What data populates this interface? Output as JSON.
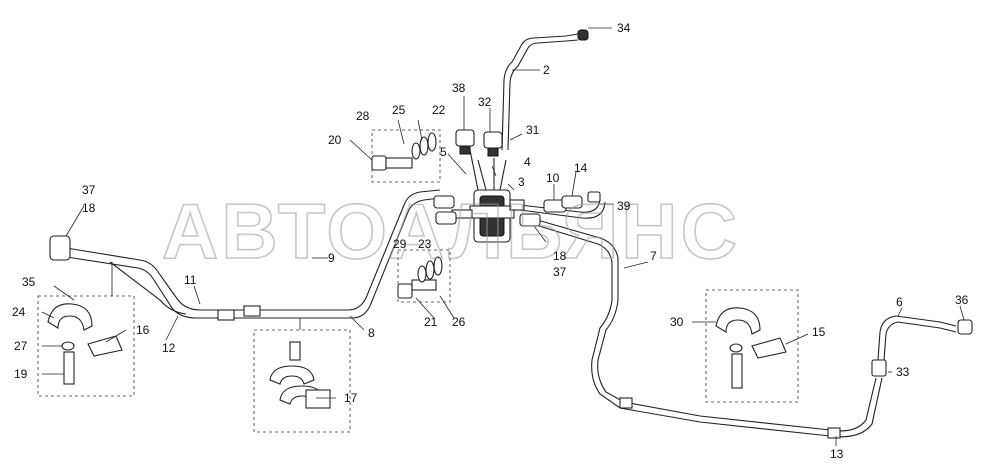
{
  "watermark": "АВТОАЛЬЯНС",
  "callouts": [
    {
      "id": "34",
      "text": "34"
    },
    {
      "id": "2",
      "text": "2"
    },
    {
      "id": "38",
      "text": "38"
    },
    {
      "id": "32",
      "text": "32"
    },
    {
      "id": "31",
      "text": "31"
    },
    {
      "id": "28",
      "text": "28"
    },
    {
      "id": "25",
      "text": "25"
    },
    {
      "id": "22",
      "text": "22"
    },
    {
      "id": "20",
      "text": "20"
    },
    {
      "id": "5",
      "text": "5"
    },
    {
      "id": "4",
      "text": "4"
    },
    {
      "id": "3",
      "text": "3"
    },
    {
      "id": "14",
      "text": "14"
    },
    {
      "id": "10",
      "text": "10"
    },
    {
      "id": "39",
      "text": "39"
    },
    {
      "id": "37a",
      "text": "37"
    },
    {
      "id": "18a",
      "text": "18"
    },
    {
      "id": "29",
      "text": "29"
    },
    {
      "id": "23",
      "text": "23"
    },
    {
      "id": "9",
      "text": "9"
    },
    {
      "id": "18b",
      "text": "18"
    },
    {
      "id": "37b",
      "text": "37"
    },
    {
      "id": "7",
      "text": "7"
    },
    {
      "id": "35",
      "text": "35"
    },
    {
      "id": "11",
      "text": "11"
    },
    {
      "id": "24",
      "text": "24"
    },
    {
      "id": "16",
      "text": "16"
    },
    {
      "id": "12",
      "text": "12"
    },
    {
      "id": "27",
      "text": "27"
    },
    {
      "id": "19",
      "text": "19"
    },
    {
      "id": "8",
      "text": "8"
    },
    {
      "id": "21",
      "text": "21"
    },
    {
      "id": "26",
      "text": "26"
    },
    {
      "id": "17",
      "text": "17"
    },
    {
      "id": "6",
      "text": "6"
    },
    {
      "id": "36",
      "text": "36"
    },
    {
      "id": "30",
      "text": "30"
    },
    {
      "id": "15",
      "text": "15"
    },
    {
      "id": "33",
      "text": "33"
    },
    {
      "id": "13",
      "text": "13"
    }
  ]
}
